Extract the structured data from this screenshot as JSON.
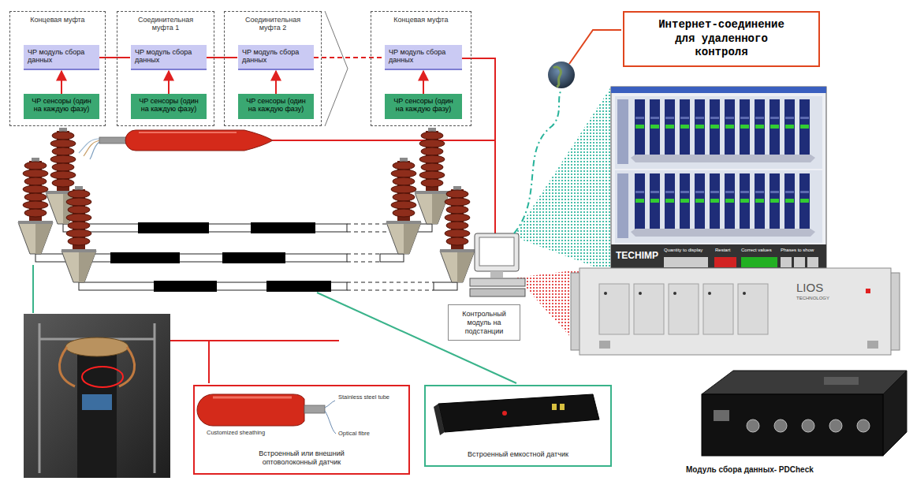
{
  "diagram": {
    "nodes": [
      {
        "text": [
          "Концевая муфта"
        ]
      },
      {
        "text": [
          "ЧР модуль сбора данных"
        ],
        "in": 0
      },
      {
        "text": [
          "ЧР сенсоры (один на каждую фазу)"
        ],
        "in": 0
      },
      {
        "text": [
          "Соединительная муфта 1"
        ]
      },
      {
        "text": [
          "ЧР модуль сбора данных"
        ],
        "in": 3
      },
      {
        "text": [
          "ЧР сенсоры (один на каждую фазу)"
        ],
        "in": 3
      },
      {
        "text": [
          "Соединительная муфта 2"
        ]
      },
      {
        "text": [
          "ЧР модуль сбора данных"
        ],
        "in": 6
      },
      {
        "text": [
          "ЧР сенсоры (один на каждую фазу)"
        ],
        "in": 6
      },
      {
        "text": [
          "Концевая муфта"
        ]
      },
      {
        "text": [
          "ЧР модуль сбора данных"
        ],
        "in": 9
      },
      {
        "text": [
          "ЧР сенсоры (один на каждую фазу)"
        ],
        "in": 9
      },
      {
        "text": [
          "Интернет-соединение для удаленного контроля"
        ]
      },
      {
        "text": [
          "Контрольный модуль на подстанции"
        ]
      },
      {
        "text": [
          "Встроенный или внешний оптоволоконный датчик"
        ]
      },
      {
        "text": [
          "Встроенный емкостной датчик"
        ]
      }
    ],
    "edges": [
      {
        "from": 2,
        "to": 1,
        "arrow": "to"
      },
      {
        "from": 5,
        "to": 4,
        "arrow": "to"
      },
      {
        "from": 8,
        "to": 7,
        "arrow": "to"
      },
      {
        "from": 11,
        "to": 10,
        "arrow": "to"
      },
      {
        "from": 1,
        "to": 4,
        "arrow": "none"
      },
      {
        "from": 4,
        "to": 7,
        "arrow": "none"
      },
      {
        "from": 7,
        "to": 10,
        "arrow": "none"
      }
    ],
    "labels": [
      "Stainless steel tube",
      "Optical fibre",
      "Customized sheathing",
      "TECHIMP",
      "Quantity to display",
      "Restart",
      "Correct values",
      "Phases to show",
      "LIOS",
      "TECHNOLOGY",
      "Модуль сбора данных- PDCheck"
    ]
  }
}
